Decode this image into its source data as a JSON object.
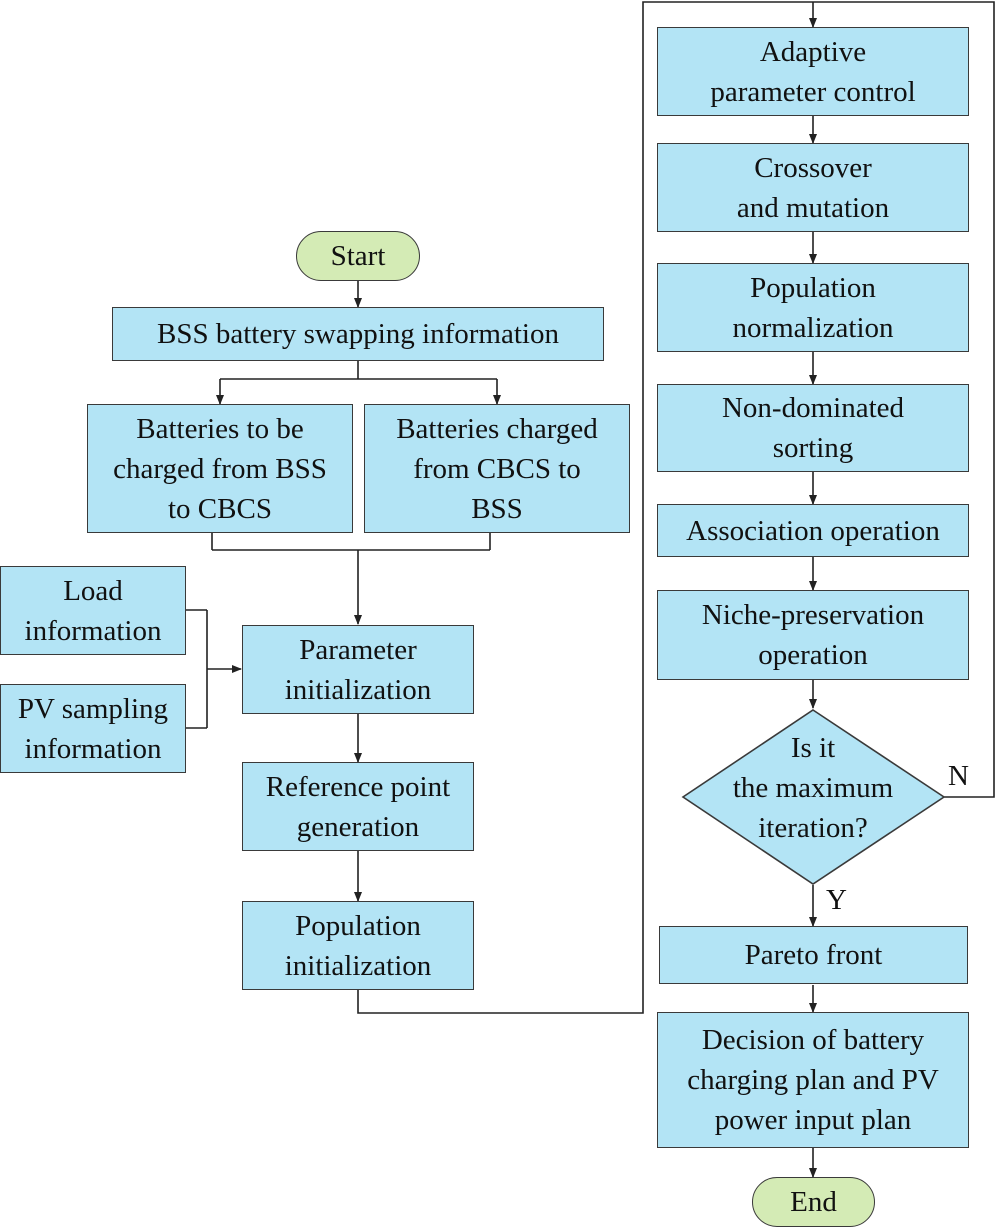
{
  "nodes": {
    "start": "Start",
    "bss_info": "BSS battery swapping information",
    "to_cbcs": "Batteries to be\ncharged from BSS\nto CBCS",
    "from_cbcs": "Batteries charged\nfrom CBCS to\nBSS",
    "load_info": "Load\ninformation",
    "pv_info": "PV sampling\ninformation",
    "param_init": "Parameter\ninitialization",
    "ref_point": "Reference point\ngeneration",
    "pop_init": "Population\ninitialization",
    "adaptive": "Adaptive\nparameter control",
    "crossover": "Crossover\nand mutation",
    "pop_norm": "Population\nnormalization",
    "nondom": "Non-dominated\nsorting",
    "assoc": "Association operation",
    "niche": "Niche-preservation\noperation",
    "max_iter": "Is it\nthe maximum\niteration?",
    "pareto": "Pareto front",
    "decision": "Decision of battery\ncharging plan and PV\npower input plan",
    "end": "End"
  },
  "labels": {
    "no": "N",
    "yes": "Y"
  },
  "colors": {
    "process": "#b3e4f5",
    "terminal": "#d4ebb5",
    "line": "#222222"
  }
}
